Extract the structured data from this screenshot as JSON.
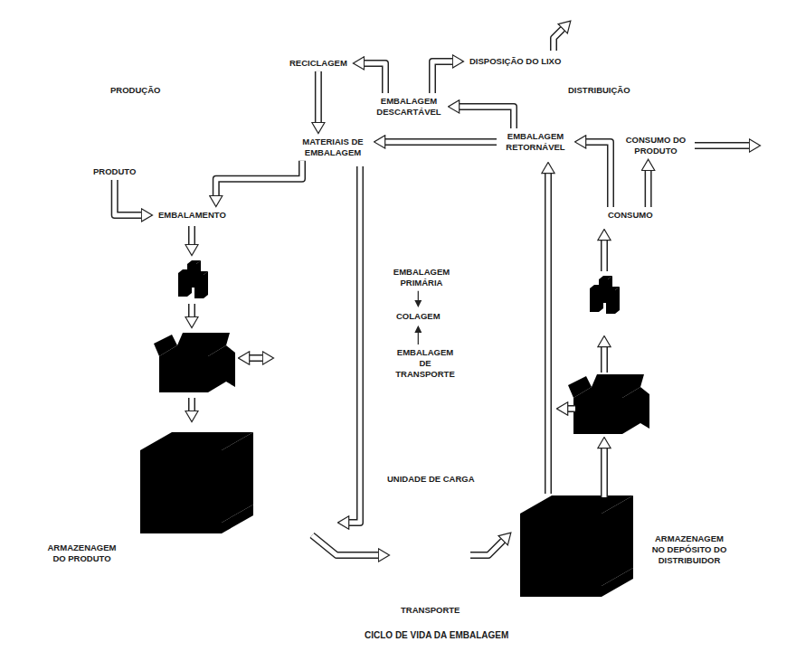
{
  "diagram": {
    "caption": "CICLO DE VIDA DA EMBALAGEM",
    "nodes": [
      {
        "text": [
          "RECICLAGEM"
        ]
      },
      {
        "text": [
          "DISPOSIÇÃO DO LIXO"
        ]
      },
      {
        "text": [
          "EMBALAGEM DESCARTÁVEL"
        ]
      },
      {
        "text": [
          "MATERIAIS DE EMBALAGEM"
        ]
      },
      {
        "text": [
          "EMBALAGEM RETORNÁVEL"
        ]
      },
      {
        "text": [
          "CONSUMO DO PRODUTO"
        ]
      },
      {
        "text": [
          "PRODUTO"
        ]
      },
      {
        "text": [
          "EMBALAMENTO"
        ]
      },
      {
        "text": [
          "CONSUMO"
        ]
      },
      {
        "text": [
          "EMBALAGEM PRIMÁRIA"
        ]
      },
      {
        "text": [
          "COLAGEM"
        ]
      },
      {
        "text": [
          "EMBALAGEM DE TRANSPORTE"
        ]
      }
    ],
    "edges": [
      {
        "from": 0,
        "to": 3,
        "arrow": "to"
      },
      {
        "from": 2,
        "to": 0,
        "arrow": "to"
      },
      {
        "from": 2,
        "to": 1,
        "arrow": "to"
      },
      {
        "from": 4,
        "to": 2,
        "arrow": "to"
      },
      {
        "from": 4,
        "to": 3,
        "arrow": "to"
      },
      {
        "from": 8,
        "to": 4,
        "arrow": "to"
      },
      {
        "from": 8,
        "to": 5,
        "arrow": "to"
      },
      {
        "from": 6,
        "to": 7,
        "arrow": "to"
      },
      {
        "from": 3,
        "to": 7,
        "arrow": "to"
      },
      {
        "from": 9,
        "to": 10,
        "arrow": "to"
      },
      {
        "from": 11,
        "to": 10,
        "arrow": "to"
      }
    ],
    "labels": [
      "PRODUÇÃO",
      "DISTRIBUIÇÃO",
      "UNIDADE DE CARGA",
      "ARMAZENAGEM DO PRODUTO",
      "ARMAZENAGEM NO DEPÓSITO DO DISTRIBUIDOR",
      "TRANSPORTE"
    ]
  }
}
